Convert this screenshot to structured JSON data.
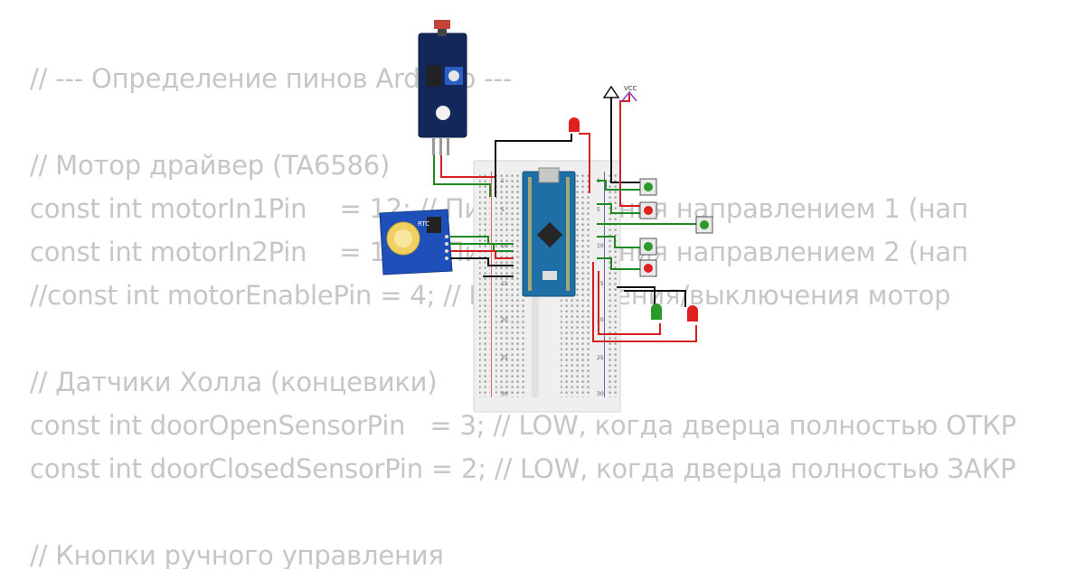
{
  "code": {
    "lines": [
      "// --- Определение пинов Arduino ---",
      "",
      "// Мотор драйвер (TA6586)",
      "const int motorIn1Pin    = 12; // Пин управления направлением 1 (нап",
      "const int motorIn2Pin    = 11; // Пин управления направлением 2 (нап",
      "//const int motorEnablePin = 4; // Пин включения/выключения мотор",
      "",
      "// Датчики Холла (концевики)",
      "const int doorOpenSensorPin   = 3; // LOW, когда дверца полностью ОТКР",
      "const int doorClosedSensorPin = 2; // LOW, когда дверца полностью ЗАКР",
      "",
      "// Кнопки ручного управления"
    ]
  },
  "circuit": {
    "vcc_label": "VCC",
    "rtc_label": "RTC",
    "row_numbers": [
      "1",
      "5",
      "10",
      "15",
      "20",
      "25",
      "30"
    ],
    "led_colors": {
      "red": "#e02020",
      "green": "#2a9a2a"
    },
    "wire_colors": {
      "black": "#111111",
      "red": "#d42020",
      "green": "#1f8a1f",
      "purple": "#8a3fc0"
    }
  }
}
